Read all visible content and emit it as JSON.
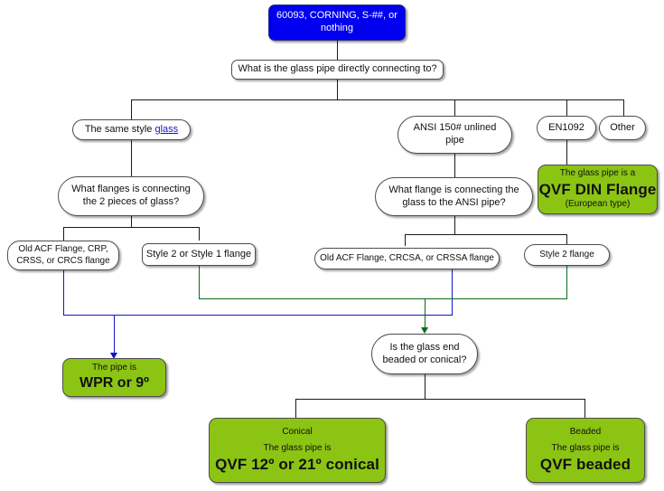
{
  "diagram": {
    "title": "Glass pipe flange identification flowchart",
    "colors": {
      "start_fill": "#0000EE",
      "terminal_fill": "#8CC414",
      "node_stroke": "#4d4d4d",
      "connector_black": "#1a1a1a",
      "connector_blue": "#1414C8",
      "connector_green": "#0C6B16"
    }
  },
  "nodes": {
    "start": {
      "line1": "60093, CORNING, S-##, or",
      "line2": "nothing"
    },
    "q_connecting_to": {
      "text": "What is the glass pipe directly connecting to?"
    },
    "opt_same_style_glass": {
      "prefix": "The same style ",
      "link": "glass"
    },
    "opt_ansi": {
      "line1": "ANSI 150# unlined",
      "line2": "pipe"
    },
    "opt_en1092": {
      "text": "EN1092"
    },
    "opt_other": {
      "text": "Other"
    },
    "result_din": {
      "line1": "The glass pipe is a",
      "line2": "QVF DIN Flange",
      "line3": "(European type)"
    },
    "q_flanges_two_glass": {
      "line1": "What flanges is connecting",
      "line2": "the 2 pieces of glass?"
    },
    "q_flange_to_ansi": {
      "line1": "What flange is connecting the",
      "line2": "glass to the ANSI pipe?"
    },
    "opt_old_acf_crp": {
      "line1": "Old ACF Flange, CRP,",
      "line2": "CRSS, or CRCS flange"
    },
    "opt_style2_or_style1": {
      "text": "Style 2 or Style 1 flange"
    },
    "opt_old_acf_crcsa": {
      "text": "Old ACF Flange, CRCSA, or CRSSA flange"
    },
    "opt_style2": {
      "text": "Style 2 flange"
    },
    "result_wpr": {
      "line1": "The pipe is",
      "line2": "WPR or 9º"
    },
    "q_beaded_conical": {
      "line1": "Is the glass end",
      "line2": "beaded or conical?"
    },
    "result_conical": {
      "label": "Conical",
      "line1": "The glass pipe is",
      "line2": "QVF 12º or 21º conical"
    },
    "result_beaded": {
      "label": "Beaded",
      "line1": "The glass pipe is",
      "line2": "QVF beaded"
    }
  }
}
